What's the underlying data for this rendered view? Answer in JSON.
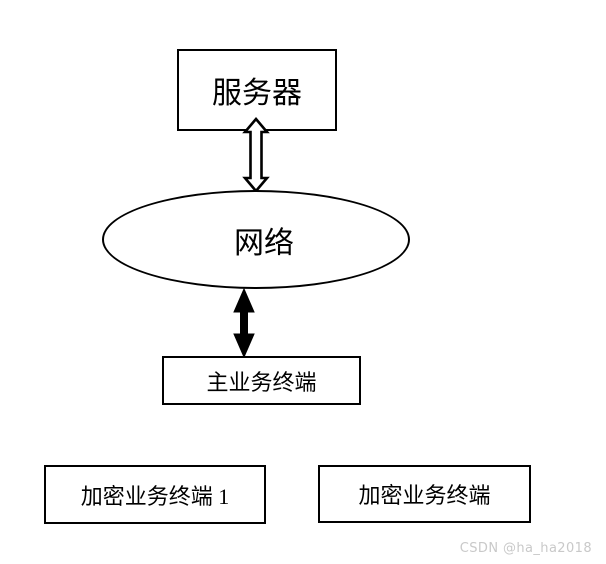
{
  "diagram": {
    "background_color": "#ffffff",
    "stroke_color": "#000000",
    "nodes": {
      "server": {
        "label": "服务器",
        "shape": "rectangle"
      },
      "network": {
        "label": "网络",
        "shape": "ellipse"
      },
      "main_terminal": {
        "label": "主业务终端",
        "shape": "rectangle"
      },
      "crypto_terminal_1": {
        "label": "加密业务终端 1",
        "shape": "rectangle"
      },
      "crypto_terminal_2": {
        "label": "加密业务终端",
        "shape": "rectangle"
      }
    },
    "connectors": {
      "server_to_network": {
        "style": "hollow-block-double-arrow",
        "fill": "#ffffff",
        "stroke": "#000000"
      },
      "network_to_main_terminal": {
        "style": "solid-double-arrow",
        "fill": "#000000",
        "stroke": "#000000"
      }
    }
  },
  "watermark": {
    "text": "CSDN @ha_ha2018",
    "color": "#c9c9c9"
  }
}
